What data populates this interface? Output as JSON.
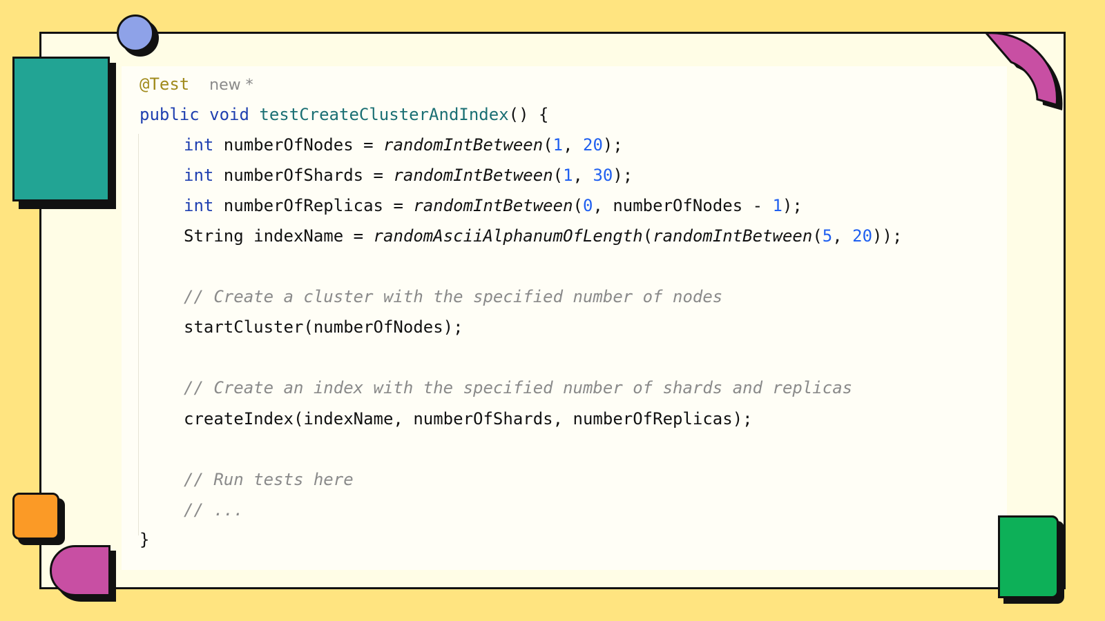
{
  "colors": {
    "background": "#ffe480",
    "panel": "#fffde6",
    "keyword": "#1f3fb0",
    "method_name": "#1a6f73",
    "number": "#1f5ff0",
    "comment": "#8a8a8a",
    "annotation": "#a08a1c",
    "teal": "#22a494",
    "purple": "#c84fa3",
    "blue": "#8ea2e8",
    "orange": "#fb9a26",
    "green": "#0db058"
  },
  "code": {
    "annotation": "@Test",
    "hint": "new *",
    "signature": {
      "kw1": "public",
      "kw2": "void",
      "name": "testCreateClusterAndIndex",
      "tail": "() {"
    },
    "l1": {
      "type": "int",
      "var": " numberOfNodes = ",
      "fn": "randomIntBetween",
      "p1": "(",
      "n1": "1",
      "sep": ", ",
      "n2": "20",
      "end": ");"
    },
    "l2": {
      "type": "int",
      "var": " numberOfShards = ",
      "fn": "randomIntBetween",
      "p1": "(",
      "n1": "1",
      "sep": ", ",
      "n2": "30",
      "end": ");"
    },
    "l3": {
      "type": "int",
      "var": " numberOfReplicas = ",
      "fn": "randomIntBetween",
      "p1": "(",
      "n1": "0",
      "mid": ", numberOfNodes - ",
      "n2": "1",
      "end": ");"
    },
    "l4": {
      "head": "String indexName = ",
      "fn1": "randomAsciiAlphanumOfLength",
      "p1": "(",
      "fn2": "randomIntBetween",
      "p2": "(",
      "n1": "5",
      "sep": ", ",
      "n2": "20",
      "end": "));"
    },
    "comment1": "// Create a cluster with the specified number of nodes",
    "call1": "startCluster(numberOfNodes);",
    "comment2": "// Create an index with the specified number of shards and replicas",
    "call2": "createIndex(indexName, numberOfShards, numberOfReplicas);",
    "comment3": "// Run tests here",
    "comment4": "// ...",
    "closing": "}"
  }
}
